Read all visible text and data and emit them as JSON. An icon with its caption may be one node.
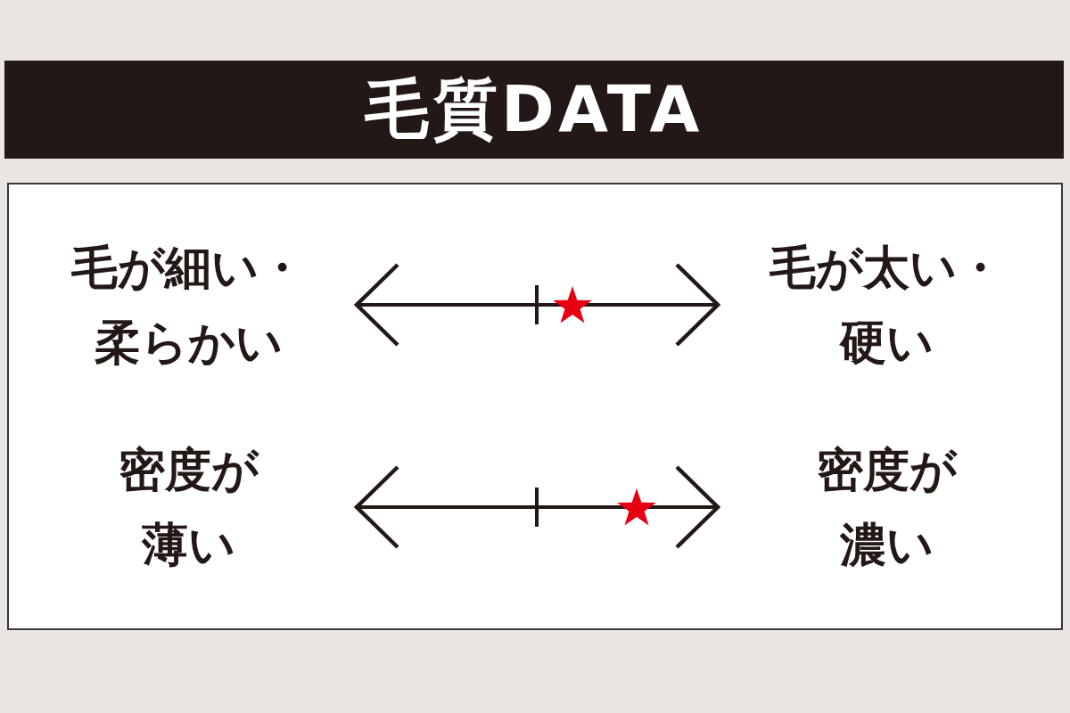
{
  "diagram": {
    "title": "毛質DATA",
    "nodes": [
      {
        "text": [],
        "shape": "box"
      },
      {
        "text": [
          "毛が細い・柔らかい"
        ],
        "in": 0
      },
      {
        "text": [
          "毛が太い・硬い"
        ],
        "in": 0
      },
      {
        "text": [
          "密度が薄い"
        ],
        "in": 0
      },
      {
        "text": [
          "密度が濃い"
        ],
        "in": 0
      }
    ],
    "edges": [
      {
        "from": 1,
        "to": 2,
        "arrow": "both"
      },
      {
        "from": 3,
        "to": 4,
        "arrow": "both"
      }
    ]
  }
}
